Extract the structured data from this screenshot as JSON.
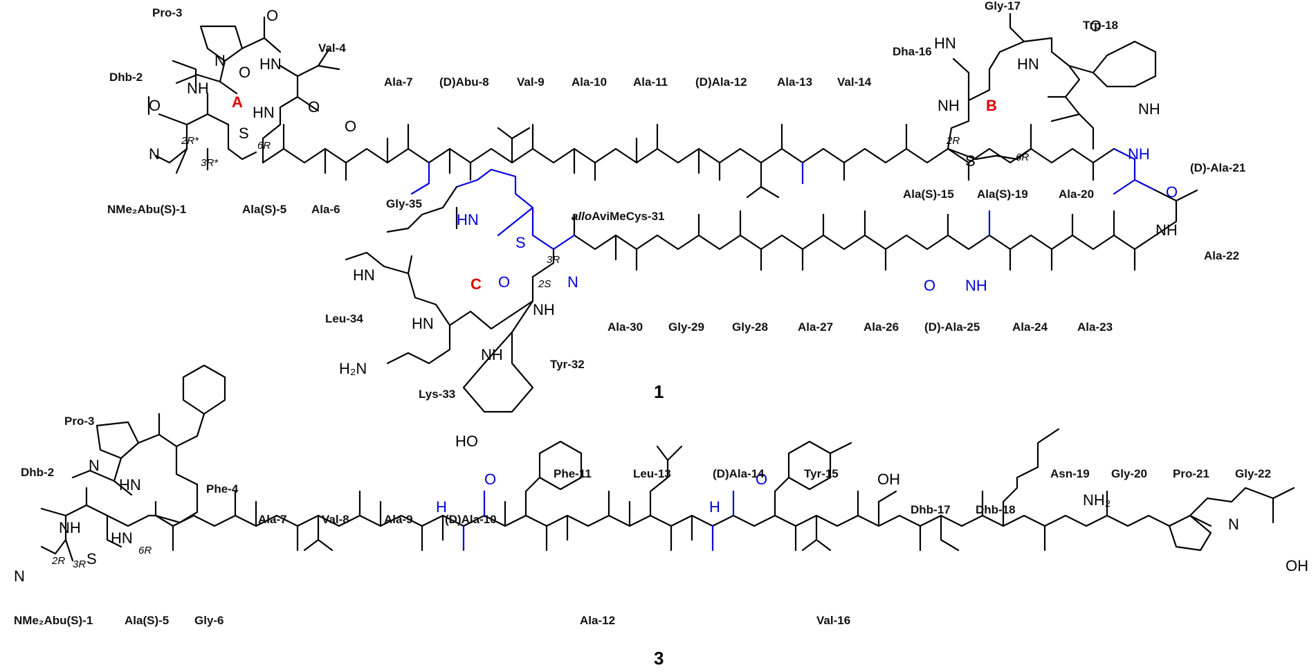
{
  "compound_numbers": {
    "first": "1",
    "second": "3"
  },
  "ring_labels": {
    "a": "A",
    "b": "B",
    "c": "C"
  },
  "compound1": {
    "residues": {
      "nme2abu_1": "NMe₂Abu(S)-1",
      "dhb_2": "Dhb-2",
      "pro_3": "Pro-3",
      "val_4": "Val-4",
      "ala_s_5": "Ala(S)-5",
      "ala_6": "Ala-6",
      "ala_7": "Ala-7",
      "d_abu_8": "(D)Abu-8",
      "val_9": "Val-9",
      "ala_10": "Ala-10",
      "ala_11": "Ala-11",
      "d_ala_12": "(D)Ala-12",
      "ala_13": "Ala-13",
      "val_14": "Val-14",
      "ala_s_15": "Ala(S)-15",
      "dha_16": "Dha-16",
      "gly_17": "Gly-17",
      "trp_18": "Trp-18",
      "ala_s_19": "Ala(S)-19",
      "ala_20": "Ala-20",
      "d_ala_21": "(D)-Ala-21",
      "ala_22": "Ala-22",
      "ala_23": "Ala-23",
      "ala_24": "Ala-24",
      "d_ala_25": "(D)-Ala-25",
      "ala_26": "Ala-26",
      "ala_27": "Ala-27",
      "gly_28": "Gly-28",
      "gly_29": "Gly-29",
      "ala_30": "Ala-30",
      "allo_prefix": "allo",
      "avimecys_31": "AviMeCys-31",
      "tyr_32": "Tyr-32",
      "lys_33": "Lys-33",
      "leu_34": "Leu-34",
      "gly_35": "Gly-35"
    },
    "stereo": {
      "s2r_star": "2R*",
      "s3r_star": "3R*",
      "s6r": "6R",
      "s2r_b": "2R",
      "s6r_b": "6R",
      "s3r_c": "3R",
      "s2s_c": "2S"
    }
  },
  "compound3": {
    "residues": {
      "nme2abu_1": "NMe₂Abu(S)-1",
      "dhb_2": "Dhb-2",
      "pro_3": "Pro-3",
      "phe_4": "Phe-4",
      "ala_s_5": "Ala(S)-5",
      "gly_6": "Gly-6",
      "ala_7": "Ala-7",
      "val_8": "Val-8",
      "ala_9": "Ala-9",
      "d_ala_10": "(D)Ala-10",
      "phe_11": "Phe-11",
      "ala_12": "Ala-12",
      "leu_13": "Leu-13",
      "d_ala_14": "(D)Ala-14",
      "tyr_15": "Tyr-15",
      "val_16": "Val-16",
      "dhb_17": "Dhb-17",
      "dhb_18": "Dhb-18",
      "asn_19": "Asn-19",
      "gly_20": "Gly-20",
      "pro_21": "Pro-21",
      "gly_22": "Gly-22"
    },
    "stereo": {
      "s2r": "2R",
      "s3r": "3R",
      "s6r": "6R"
    }
  },
  "atoms": {
    "N": "N",
    "NH": "NH",
    "HN": "HN",
    "H": "H",
    "O": "O",
    "S": "S",
    "OH": "OH",
    "HO": "HO",
    "NH2": "NH₂",
    "H2N": "H₂N"
  },
  "colors": {
    "bond": "#000000",
    "d_residue": "#0000dd",
    "ring_label": "#e00000"
  }
}
